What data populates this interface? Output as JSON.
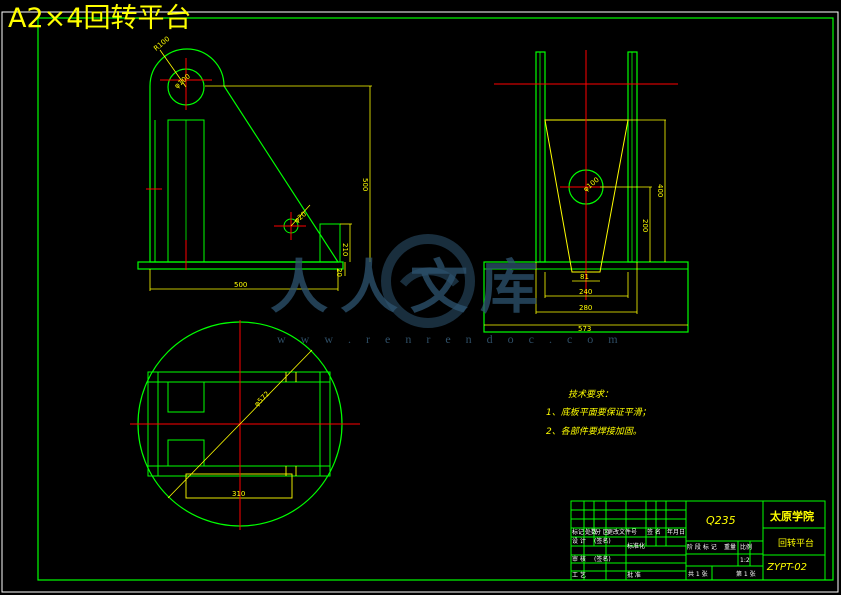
{
  "title": "A2×4回转平台",
  "dimensions": {
    "r100": "R100",
    "phi100": "φ100",
    "phi20": "φ20",
    "h500": "500",
    "h210": "210",
    "h20": "20",
    "w500": "500",
    "h400": "400",
    "h200": "200",
    "w81": "81",
    "w240": "240",
    "w280": "280",
    "w573": "573",
    "phi572": "φ572",
    "w310": "310",
    "phi100_b": "φ100"
  },
  "watermark": {
    "main": "人人文库",
    "url": "w w w . r e n r e n d o c . c o m"
  },
  "tech_requirements": {
    "heading": "技术要求：",
    "items": [
      "1、底板平面要保证平滑；",
      "2、各部件要焊接加固。"
    ]
  },
  "title_block": {
    "material": "Q235",
    "school": "太原学院",
    "part_name": "回转平台",
    "drawing_no": "ZYPT-02",
    "row_labels": [
      "标记",
      "处数",
      "分 区",
      "更改文件号",
      "签 名",
      "年月日"
    ],
    "designer_row": [
      "设 计",
      "(签名)",
      "标准化"
    ],
    "check_row": [
      "审 核",
      "(签名)"
    ],
    "process_row": [
      "工 艺",
      "批 准"
    ],
    "review_label": "审 核",
    "stage_labels": [
      "阶 段 标 记",
      "重量",
      "比例"
    ],
    "scale": "1:2",
    "sheets": "共 1 张",
    "sheet_no": "第 1 张"
  },
  "colors": {
    "background": "#000000",
    "frame": "#00ff00",
    "part": "#ffff00",
    "center": "#ff0000",
    "dim": "#ffffff"
  }
}
